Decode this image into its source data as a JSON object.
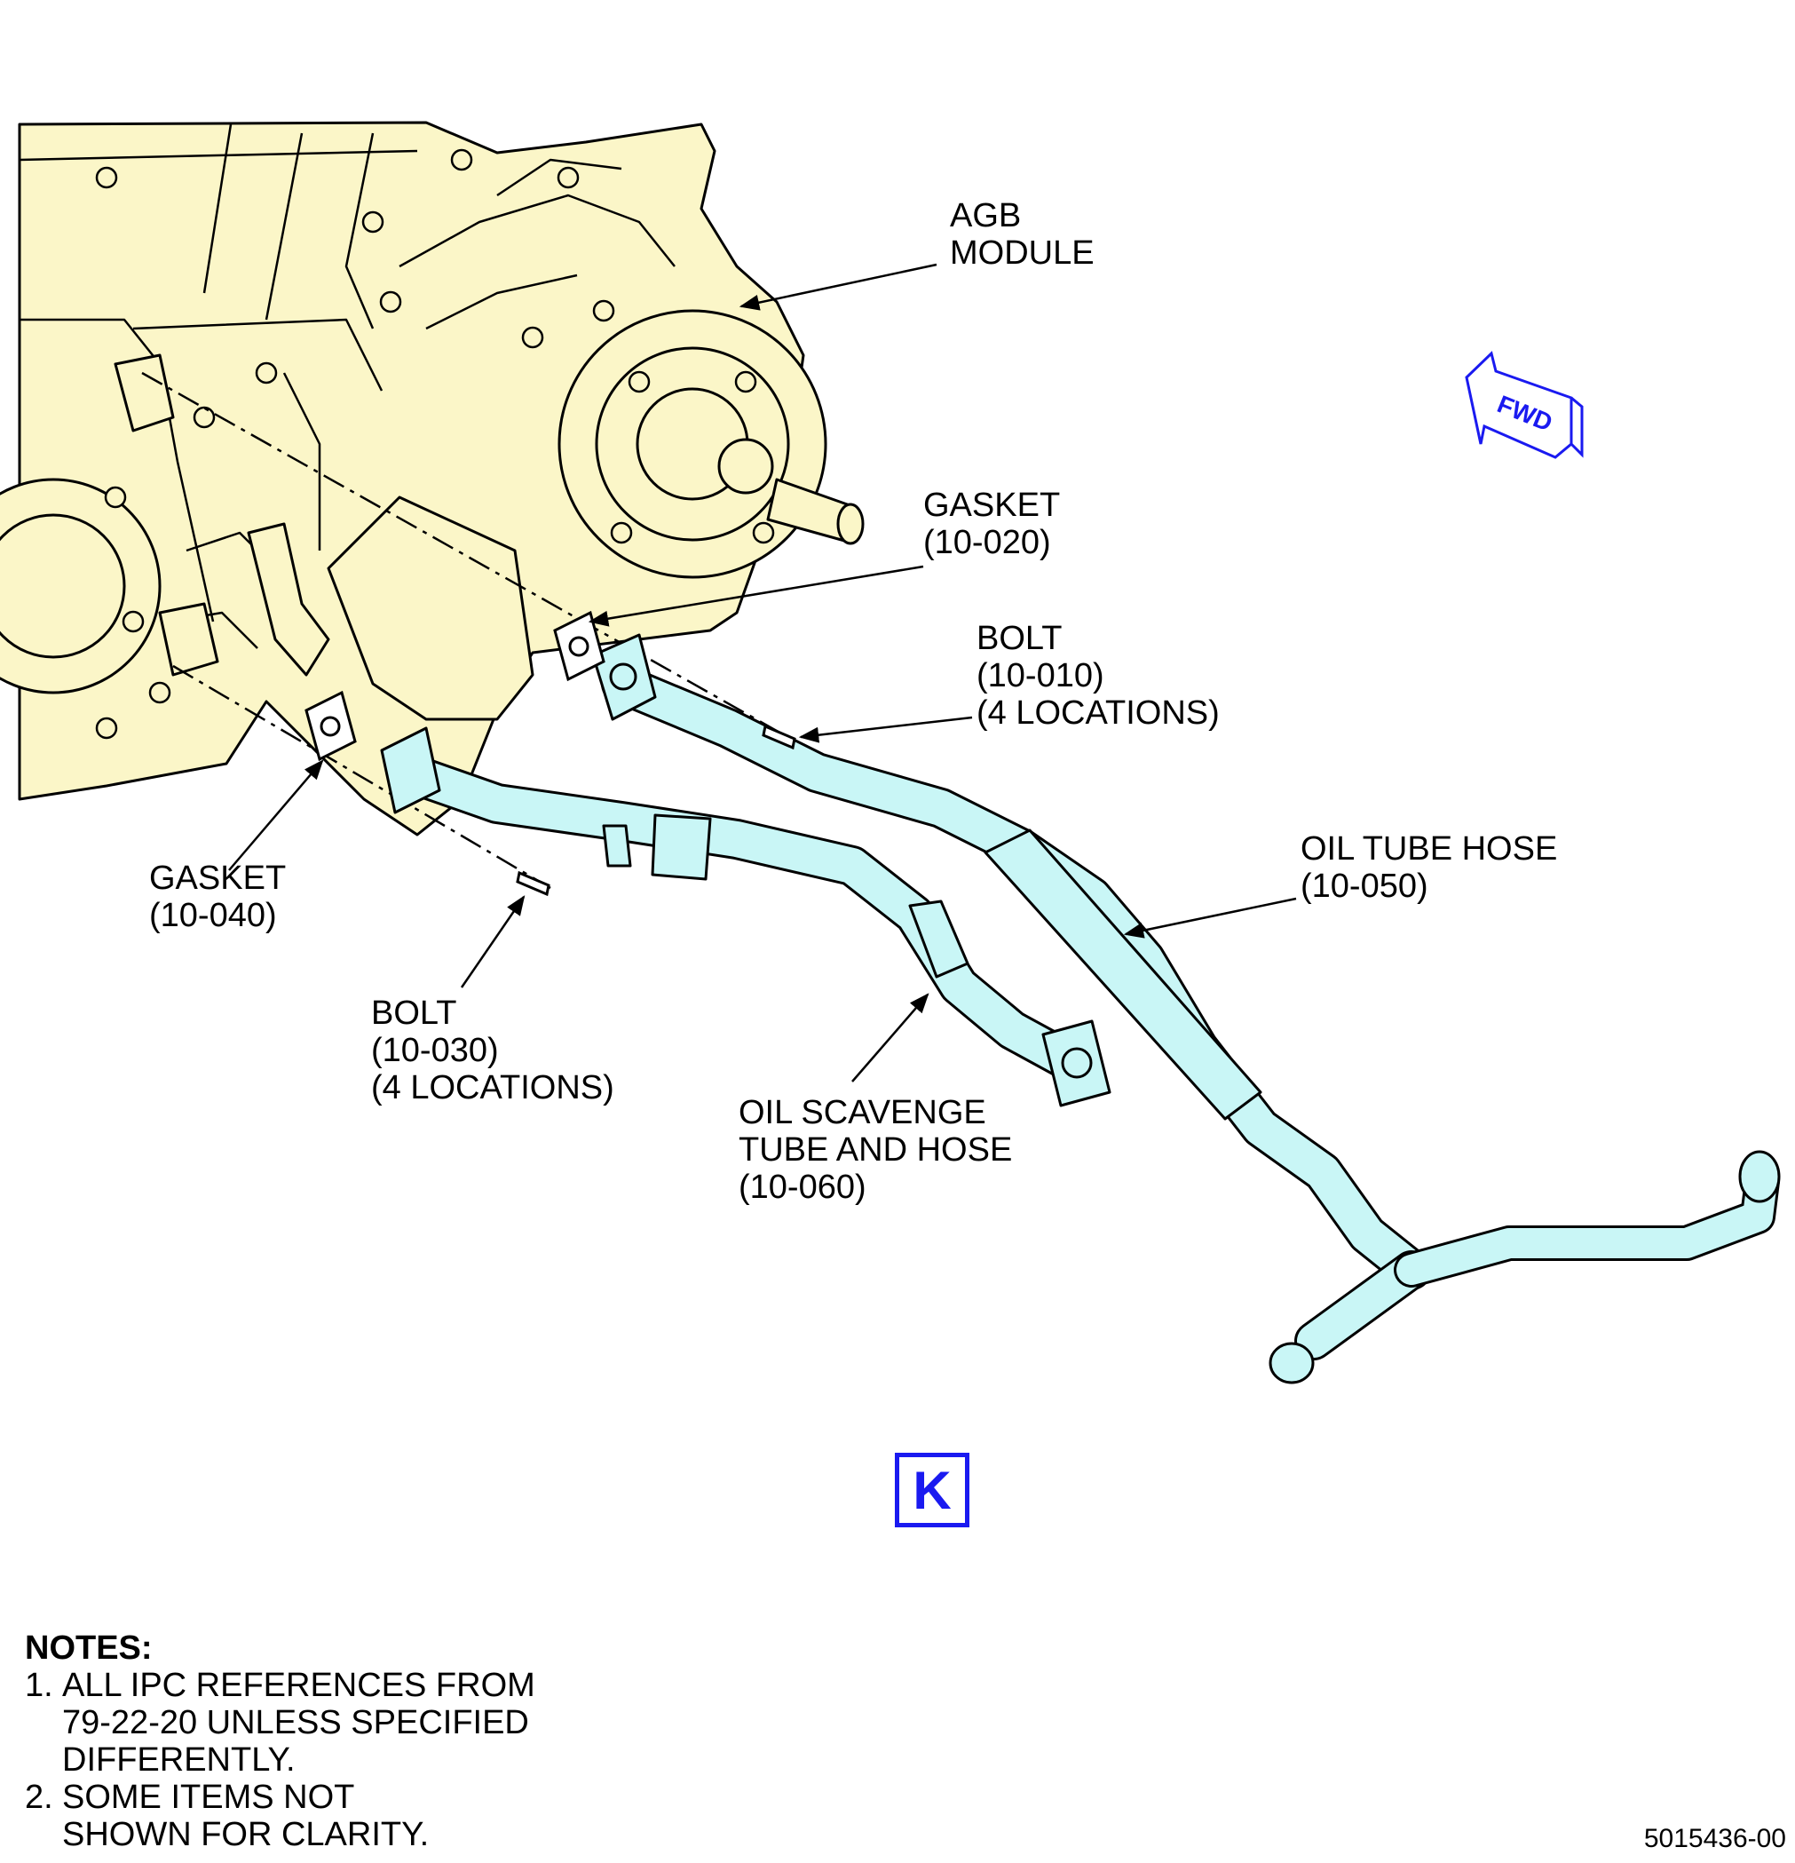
{
  "labels": {
    "agb": "AGB\nMODULE",
    "gasket_020": "GASKET\n(10-020)",
    "bolt_010": "BOLT\n(10-010)\n(4 LOCATIONS)",
    "oil_tube_hose": "OIL TUBE HOSE\n(10-050)",
    "gasket_040": "GASKET\n(10-040)",
    "bolt_030": "BOLT\n(10-030)\n(4 LOCATIONS)",
    "oil_scavenge": "OIL SCAVENGE\nTUBE AND HOSE\n(10-060)"
  },
  "fwd_arrow": "FWD",
  "view_letter": "K",
  "notes": {
    "heading": "NOTES:",
    "items": [
      {
        "num": "1.",
        "text": "ALL IPC REFERENCES FROM\n79-22-20 UNLESS SPECIFIED\nDIFFERENTLY."
      },
      {
        "num": "2.",
        "text": "SOME ITEMS NOT\nSHOWN FOR CLARITY."
      }
    ]
  },
  "doc_number": "5015436-00",
  "colors": {
    "engine_fill": "#fbf6c8",
    "tube_fill": "#c9f6f6",
    "accent_blue": "#1a1af0",
    "line": "#000000"
  }
}
